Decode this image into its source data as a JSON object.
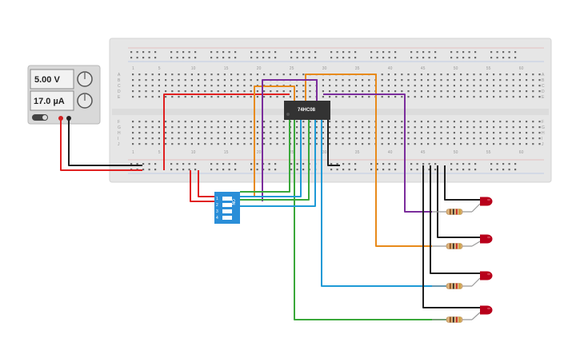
{
  "power_supply": {
    "voltage": "5.00 V",
    "current": "17.0 µA"
  },
  "ic_chip": {
    "label": "74HC08"
  },
  "dip_switch": {
    "label": "ON",
    "positions": [
      "1",
      "2",
      "3",
      "4"
    ]
  },
  "breadboard": {
    "column_numbers": [
      "1",
      "5",
      "10",
      "15",
      "20",
      "25",
      "30",
      "35",
      "40",
      "45",
      "50",
      "55",
      "60"
    ],
    "top_rows": [
      "A",
      "B",
      "C",
      "D",
      "E"
    ],
    "bottom_rows": [
      "F",
      "G",
      "H",
      "I",
      "J"
    ]
  },
  "colors": {
    "wire_red": "#e02020",
    "wire_black": "#202020",
    "wire_orange": "#e88a1a",
    "wire_purple": "#7b2d9c",
    "wire_green": "#3aa83a",
    "wire_blue": "#1e9ad6",
    "led_red": "#b8001a",
    "dip_blue": "#2a8ed8",
    "breadboard": "#e6e6e6",
    "chip": "#333333"
  }
}
